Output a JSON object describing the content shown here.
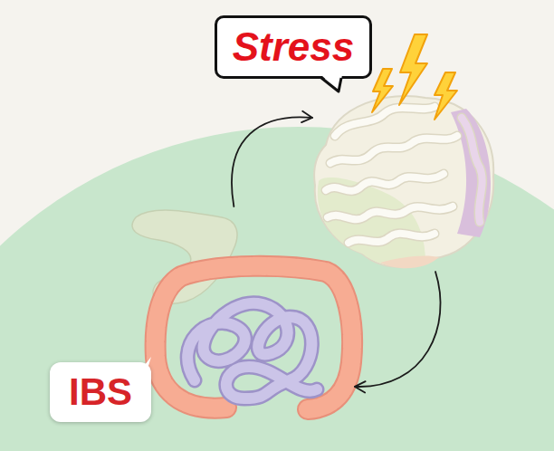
{
  "diagram": {
    "nodes": [
      {
        "text": [
          "Stress"
        ]
      },
      {
        "text": [
          "IBS"
        ]
      }
    ],
    "edges": [
      {
        "from": 1,
        "to": 0,
        "arrow": "to"
      },
      {
        "from": 0,
        "to": 1,
        "arrow": "to"
      }
    ]
  }
}
